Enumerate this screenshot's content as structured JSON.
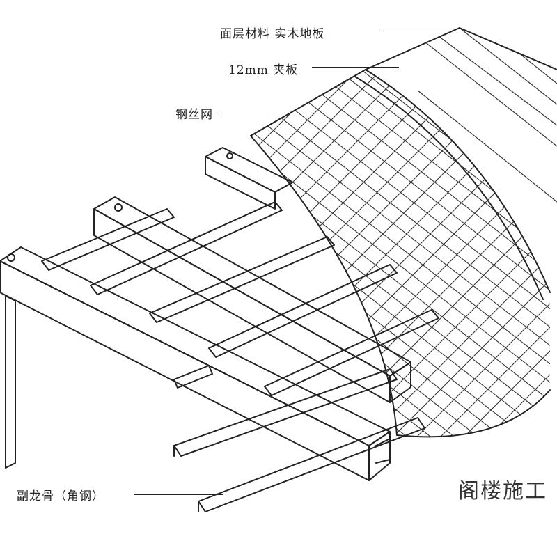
{
  "labels": {
    "surface_material": "面层材料 实木地板",
    "plywood": "12mm 夹板",
    "wire_mesh": "钢丝网",
    "secondary_keel": "副龙骨（角钢）"
  },
  "title": "阁楼施工"
}
